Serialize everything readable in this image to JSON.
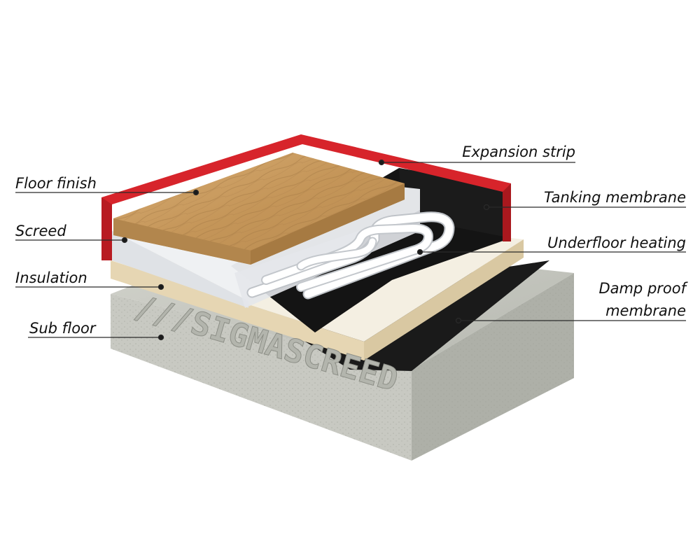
{
  "diagram": {
    "labels": {
      "floor_finish": "Floor finish",
      "screed": "Screed",
      "insulation": "Insulation",
      "sub_floor": "Sub floor",
      "expansion_strip": "Expansion strip",
      "tanking_membrane": "Tanking membrane",
      "underfloor_heating": "Underfloor heating",
      "damp_proof_line1": "Damp proof",
      "damp_proof_line2": "membrane"
    },
    "watermark": "///SIGMASCREED",
    "colors": {
      "expansion_strip": "#d7242b",
      "tanking_membrane": "#151515",
      "wood": "#c89b62",
      "screed": "#e6e8ec",
      "insulation": "#e9dcc0",
      "concrete": "#c6c7c0",
      "pipe": "#ffffff",
      "leader": "#2a2a2a"
    }
  }
}
